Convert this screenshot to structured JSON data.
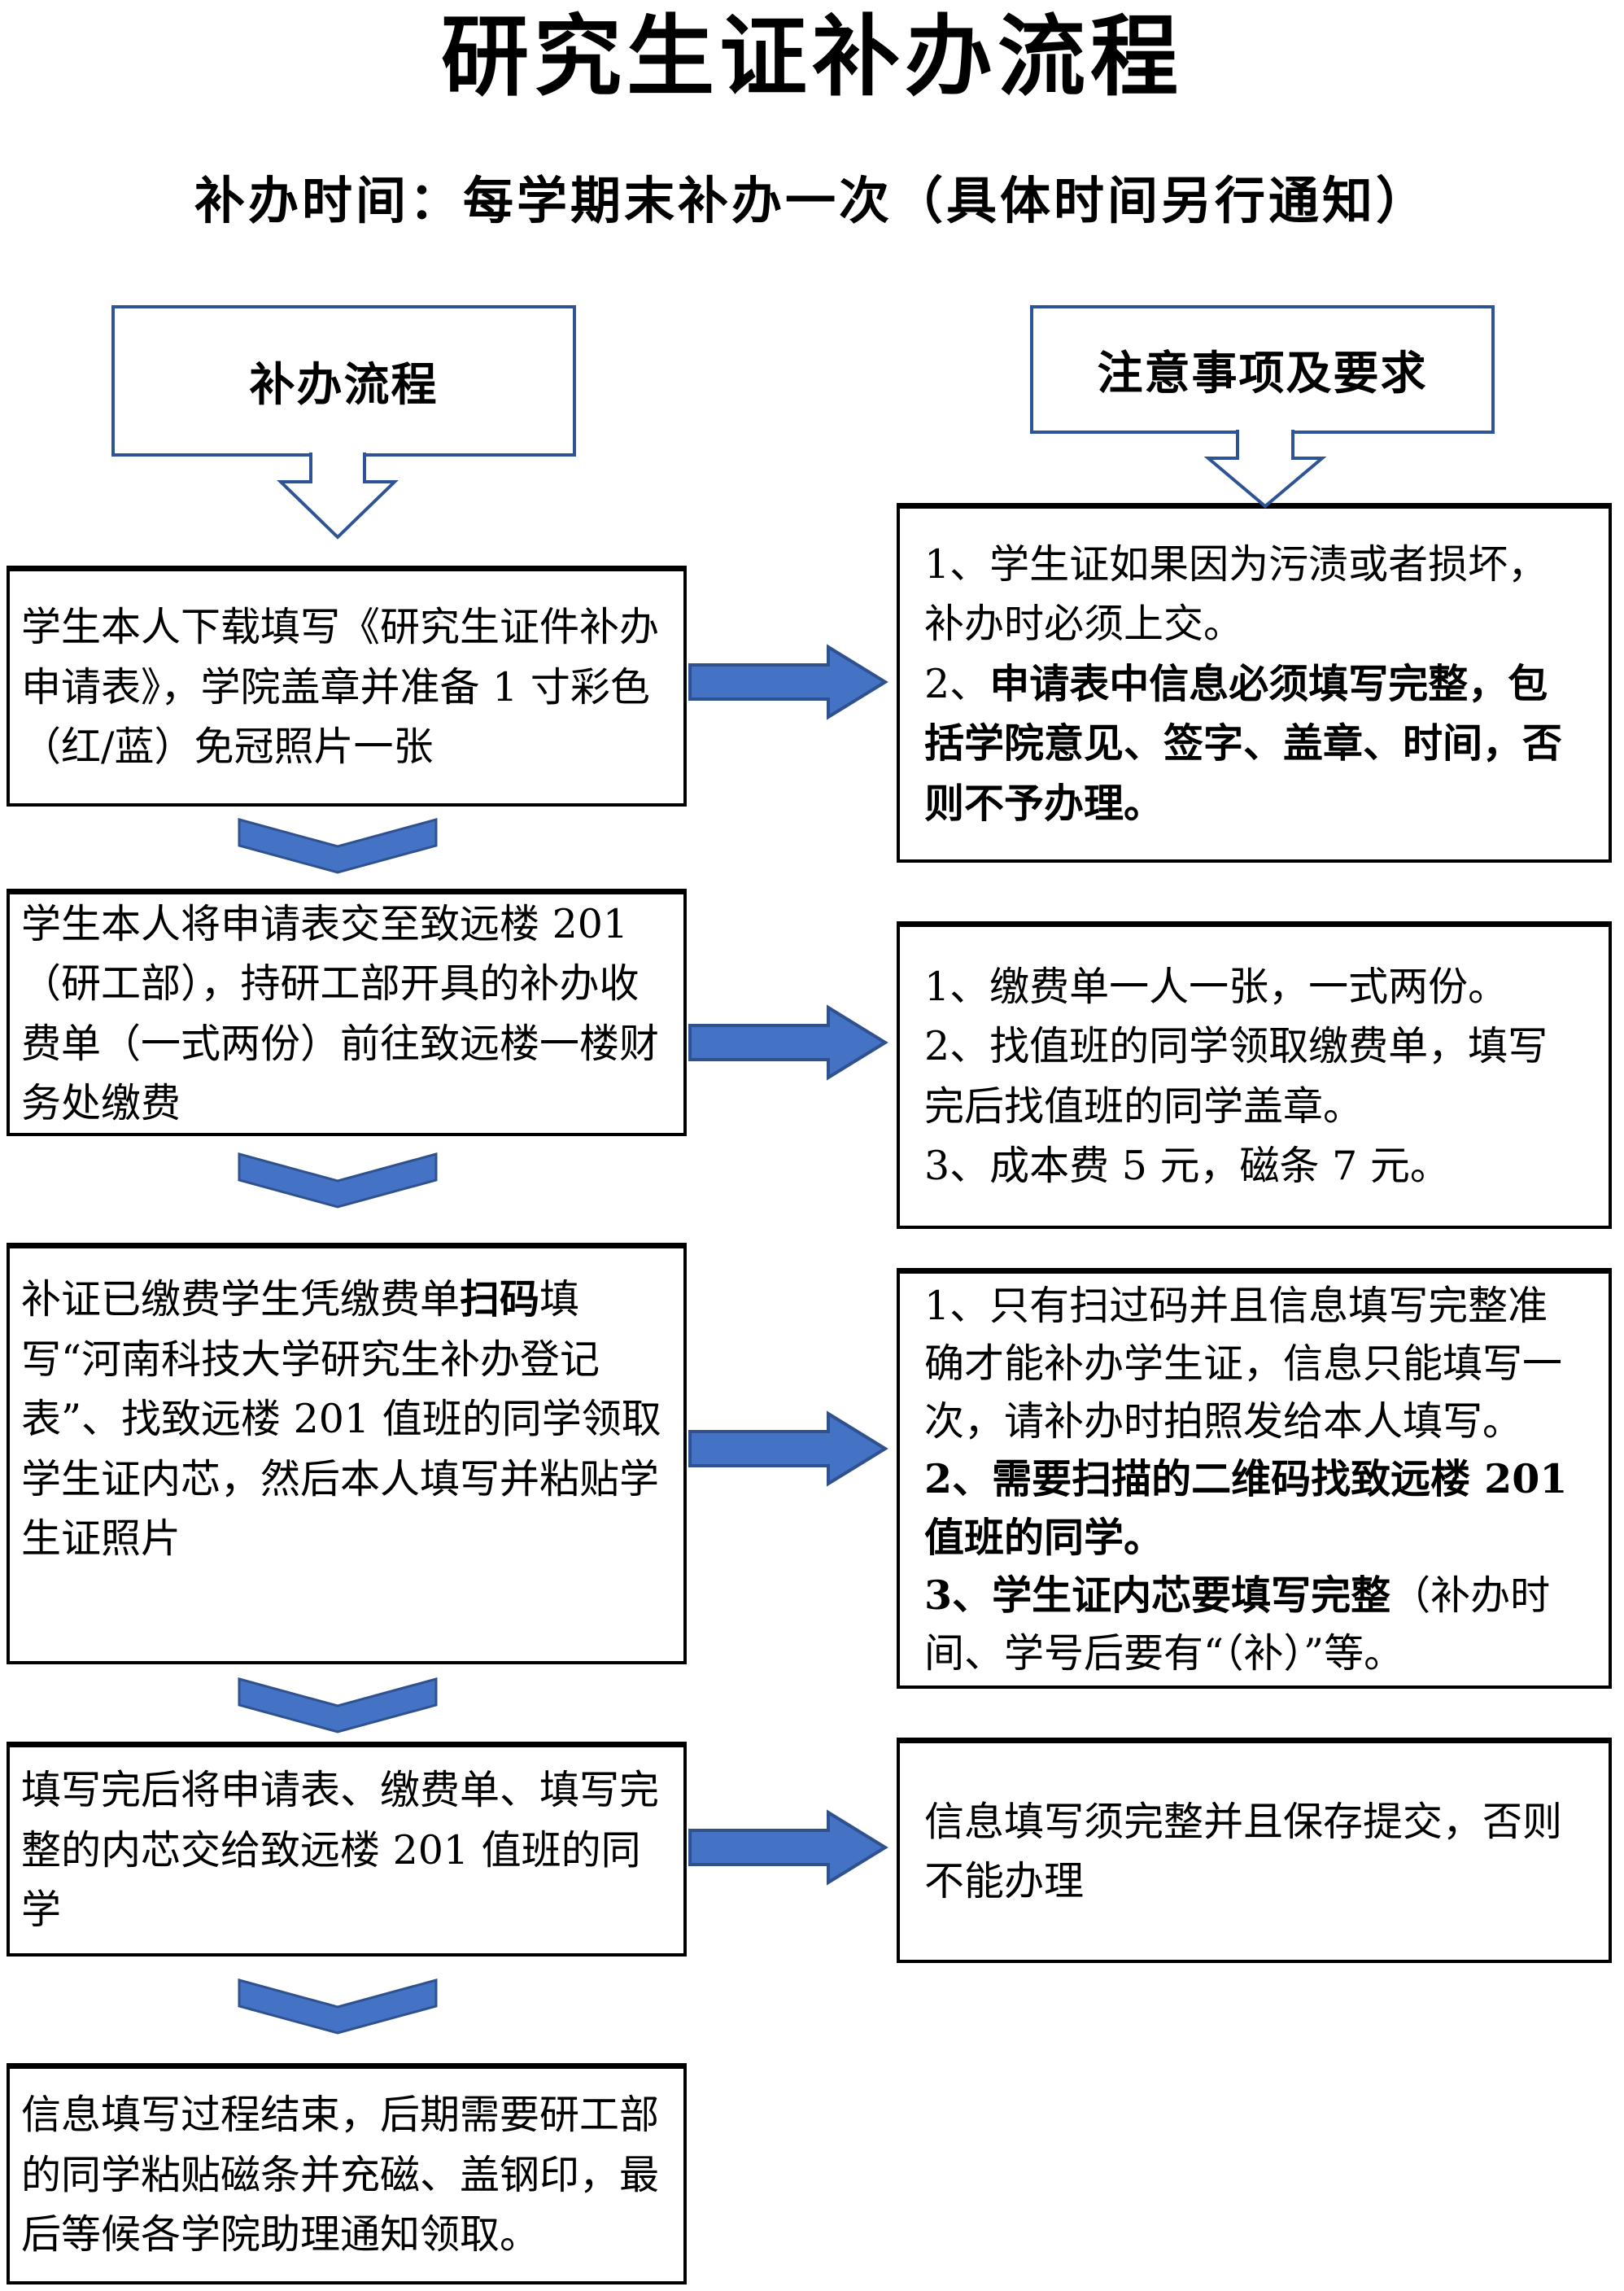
{
  "title": "研究生证补办流程",
  "subtitle": "补办时间：每学期末补办一次（具体时间另行通知）",
  "headers": {
    "left": "补办流程",
    "right": "注意事项及要求"
  },
  "colors": {
    "arrow_fill": "#4472C4",
    "arrow_stroke": "#2F528F",
    "outline_arrow_stroke": "#2F5496",
    "box_border": "#000000"
  },
  "steps": [
    {
      "segments": [
        {
          "t": "学生本人下载填写《研究生证件补办申请表》，学院盖章并准备 1 寸彩色（红/蓝）免冠照片一张"
        }
      ]
    },
    {
      "segments": [
        {
          "t": "学生本人将申请表交至致远楼 201（研工部），持研工部开具的补办收费单（一式两份）前往致远楼一楼财务处缴费"
        }
      ]
    },
    {
      "segments": [
        {
          "t": "补证已缴费学生凭缴费单"
        },
        {
          "t": "扫码",
          "bold": true
        },
        {
          "t": "填写“河南科技大学研究生补办登记表”、找致远楼 201 值班的同学领取学生证内芯，然后本人填写并粘贴学生证照片"
        }
      ]
    },
    {
      "segments": [
        {
          "t": "填写完后将申请表、缴费单、填写完整的内芯交给致远楼 201 值班的同学"
        }
      ]
    },
    {
      "segments": [
        {
          "t": "信息填写过程结束，后期需要研工部的同学粘贴磁条并充磁、盖钢印，最后等候各学院助理通知领取。"
        }
      ]
    }
  ],
  "notes": [
    {
      "items": [
        {
          "segments": [
            {
              "t": "1、学生证如果因为污渍或者损坏，补办时必须上交。"
            }
          ]
        },
        {
          "segments": [
            {
              "t": "2、"
            },
            {
              "t": "申请表中信息必须填写完整，包括学院意见、签字、盖章、时间，否则不予办理。",
              "bold": true
            }
          ]
        }
      ]
    },
    {
      "items": [
        {
          "segments": [
            {
              "t": "1、缴费单一人一张，一式两份。"
            }
          ]
        },
        {
          "segments": [
            {
              "t": "2、找值班的同学领取缴费单，填写完后找值班的同学盖章。"
            }
          ]
        },
        {
          "segments": [
            {
              "t": "3、成本费 5 元，磁条 7 元。"
            }
          ]
        }
      ]
    },
    {
      "items": [
        {
          "segments": [
            {
              "t": "1、只有扫过码并且信息填写完整准确才能补办学生证，信息只能填写一次，请补办时拍照发给本人填写。"
            }
          ]
        },
        {
          "segments": [
            {
              "t": "2、需要扫描的二维码找致远楼 201 值班的同学。",
              "bold": true
            }
          ]
        },
        {
          "segments": [
            {
              "t": "3、学生证内芯要填写完整",
              "bold": true
            },
            {
              "t": "（补办时间、学号后要有“（补）”等。"
            }
          ]
        }
      ]
    },
    {
      "items": [
        {
          "segments": [
            {
              "t": "信息填写须完整并且保存提交，否则不能办理"
            }
          ]
        }
      ]
    }
  ]
}
